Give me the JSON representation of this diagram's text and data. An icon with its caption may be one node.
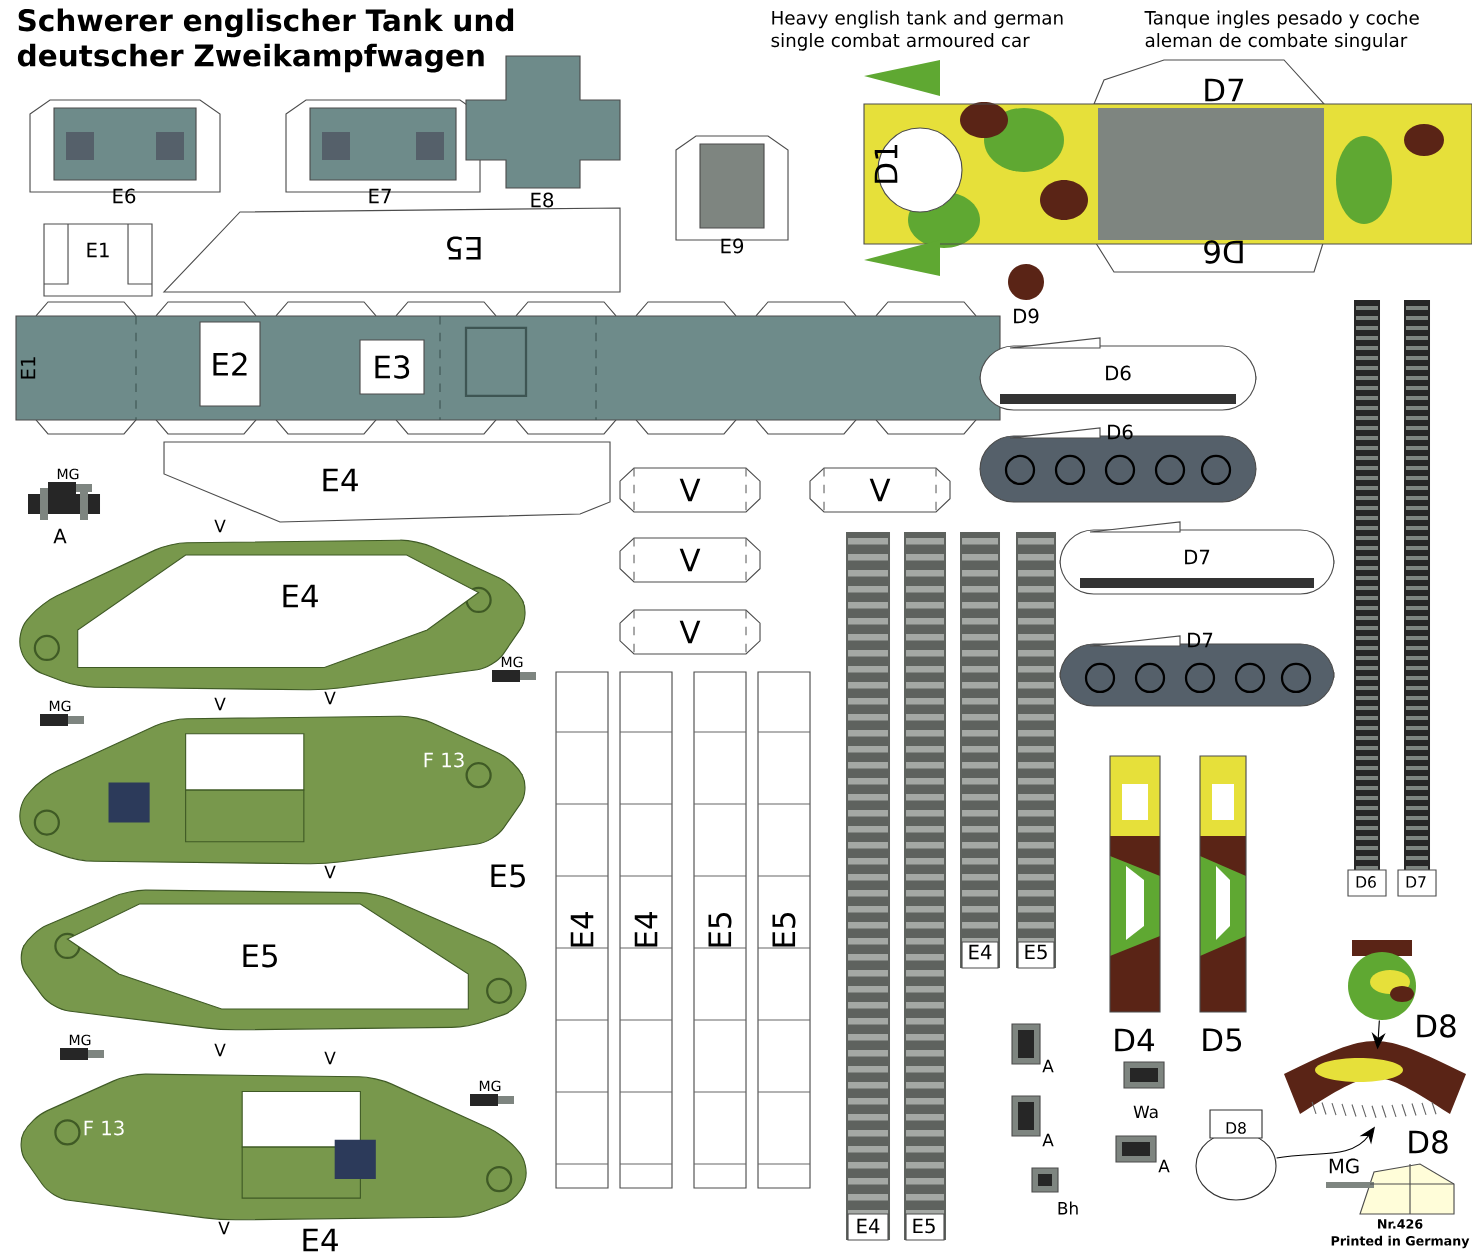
{
  "diagram": {
    "title": "Schwerer englischer Tank und deutscher Zweikampfwagen",
    "nodes": [
      {
        "text": [
          "E5"
        ]
      },
      {
        "text": [
          "E1"
        ]
      },
      {
        "text": [
          "E2"
        ],
        "in": 1
      },
      {
        "text": [
          "E3"
        ],
        "in": 1
      },
      {
        "text": [
          "E4"
        ]
      },
      {
        "text": [
          "E4"
        ]
      },
      {
        "text": [
          "F 13"
        ],
        "beside": [
          "E5"
        ]
      },
      {
        "text": [
          "E5"
        ]
      },
      {
        "text": [
          "F 13"
        ],
        "beside": [
          "E4"
        ]
      },
      {
        "text": [
          "V"
        ]
      },
      {
        "text": [
          "V"
        ]
      },
      {
        "text": [
          "V"
        ]
      },
      {
        "text": [
          "V"
        ]
      },
      {
        "text": [
          "E4"
        ]
      },
      {
        "text": [
          "E4"
        ]
      },
      {
        "text": [
          "E5"
        ]
      },
      {
        "text": [
          "E5"
        ]
      },
      {
        "text": [
          "E4"
        ]
      },
      {
        "text": [
          "E5"
        ]
      },
      {
        "text": [
          "E4"
        ]
      },
      {
        "text": [
          "E5"
        ]
      },
      {
        "text": [
          "D6"
        ]
      },
      {
        "text": [
          "D7"
        ]
      },
      {
        "text": [
          "D6"
        ]
      },
      {
        "text": [
          "D6"
        ]
      },
      {
        "text": [
          "D7"
        ]
      },
      {
        "text": [
          "D7"
        ]
      },
      {
        "text": [],
        "shape": "picture",
        "beside": [
          "D4"
        ]
      },
      {
        "text": [],
        "shape": "picture",
        "beside": [
          "D5"
        ]
      },
      {
        "text": [],
        "shape": "picture",
        "beside": [
          "D8"
        ]
      },
      {
        "text": [],
        "shape": "picture",
        "beside": [
          "D8"
        ]
      },
      {
        "text": [
          "D8"
        ]
      },
      {
        "text": [],
        "shape": "picture",
        "beside": [
          "MG"
        ]
      },
      {
        "text": [
          "D1",
          "D7",
          "D6"
        ]
      },
      {
        "text": [],
        "shape": "circle",
        "beside": [
          "D9"
        ]
      },
      {
        "text": [
          "E6"
        ]
      },
      {
        "text": [
          "E7"
        ]
      },
      {
        "text": [
          "E8"
        ]
      },
      {
        "text": [
          "E9"
        ]
      },
      {
        "text": [
          "E1"
        ]
      },
      {
        "text": [],
        "shape": "box",
        "beside": [
          "A"
        ]
      }
    ],
    "edges": [
      {
        "from": 29,
        "to": 30,
        "arrow": "to"
      },
      {
        "from": 31,
        "to": 30,
        "arrow": "to"
      }
    ],
    "labels": [
      "Heavy english tank and german single combat armoured car",
      "Tanque ingles pesado y coche aleman de combate singular",
      "MG",
      "MG",
      "MG",
      "MG",
      "MG",
      "V",
      "V",
      "V",
      "V",
      "V",
      "V",
      "V",
      "A",
      "A",
      "Wa",
      "A",
      "Bh",
      "Nr.426",
      "Printed in Germany"
    ]
  }
}
